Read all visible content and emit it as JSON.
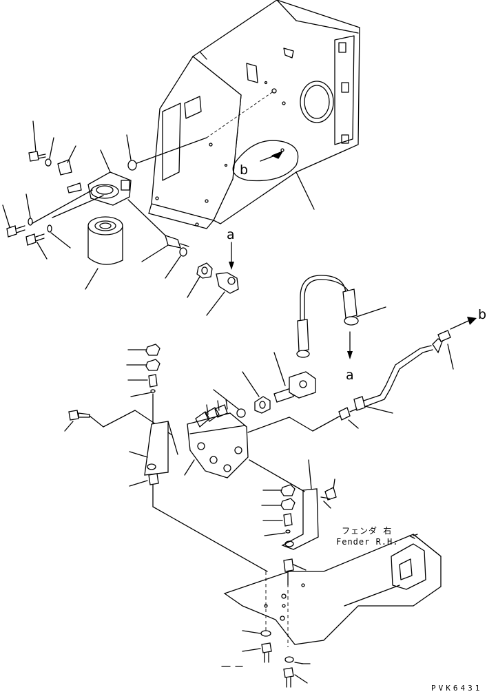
{
  "labels": {
    "a_top": "a",
    "a_mid": "a",
    "b_inner": "b",
    "b_right": "b"
  },
  "fender_jp": "フェンダ 右",
  "fender_en": "Fender R.H.",
  "drawing_code": "PVK6431"
}
